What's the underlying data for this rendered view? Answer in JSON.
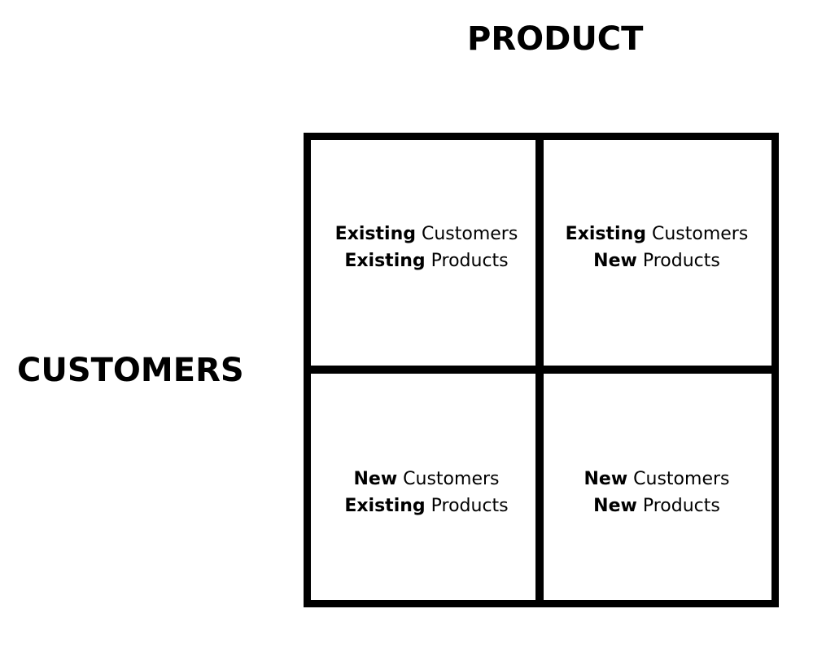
{
  "axes": {
    "product_title": "PRODUCT",
    "customers_title": "CUSTOMERS"
  },
  "cells": {
    "top_left": {
      "line1_bold": "Existing",
      "line1_rest": " Customers",
      "line2_bold": "Existing",
      "line2_rest": " Products"
    },
    "top_right": {
      "line1_bold": "Existing",
      "line1_rest": " Customers",
      "line2_bold": "New",
      "line2_rest": " Products"
    },
    "bottom_left": {
      "line1_bold": "New",
      "line1_rest": " Customers",
      "line2_bold": "Existing",
      "line2_rest": " Products"
    },
    "bottom_right": {
      "line1_bold": "New",
      "line1_rest": " Customers",
      "line2_bold": "New",
      "line2_rest": " Products"
    }
  },
  "colors": {
    "background": "#ffffff",
    "ink": "#000000"
  }
}
